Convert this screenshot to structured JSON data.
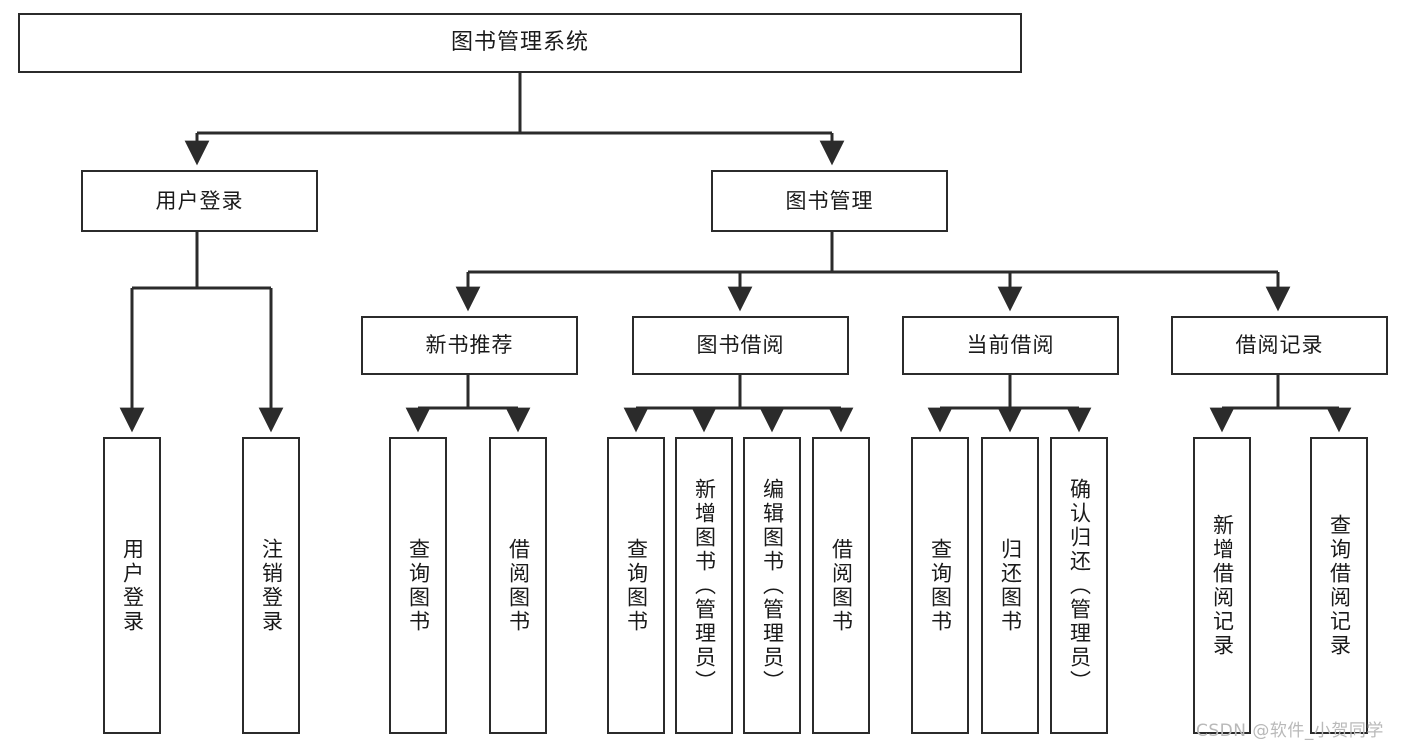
{
  "diagram": {
    "title": "图书管理系统",
    "type": "tree-hierarchy",
    "root": {
      "label": "图书管理系统",
      "children": [
        {
          "label": "用户登录",
          "children": [
            {
              "label": "用户登录"
            },
            {
              "label": "注销登录"
            }
          ]
        },
        {
          "label": "图书管理",
          "children": [
            {
              "label": "新书推荐",
              "children": [
                {
                  "label": "查询图书"
                },
                {
                  "label": "借阅图书"
                }
              ]
            },
            {
              "label": "图书借阅",
              "children": [
                {
                  "label": "查询图书"
                },
                {
                  "label": "新增图书（管理员）"
                },
                {
                  "label": "编辑图书（管理员）"
                },
                {
                  "label": "借阅图书"
                }
              ]
            },
            {
              "label": "当前借阅",
              "children": [
                {
                  "label": "查询图书"
                },
                {
                  "label": "归还图书"
                },
                {
                  "label": "确认归还（管理员）"
                }
              ]
            },
            {
              "label": "借阅记录",
              "children": [
                {
                  "label": "新增借阅记录"
                },
                {
                  "label": "查询借阅记录"
                }
              ]
            }
          ]
        }
      ]
    }
  },
  "nodes": {
    "root": "图书管理系统",
    "l1_user_login": "用户登录",
    "l1_book_manage": "图书管理",
    "l2_user_login": "用户登录",
    "l2_user_logout": "注销登录",
    "l2_new_book_rec": "新书推荐",
    "l2_book_borrow": "图书借阅",
    "l2_current_borrow": "当前借阅",
    "l2_borrow_record": "借阅记录",
    "leaf_user_login": "用户登录",
    "leaf_user_logout": "注销登录",
    "leaf_rec_query": "查询图书",
    "leaf_rec_borrow": "借阅图书",
    "leaf_borrow_query": "查询图书",
    "leaf_borrow_add": "新增图书（管理员）",
    "leaf_borrow_edit": "编辑图书（管理员）",
    "leaf_borrow_lend": "借阅图书",
    "leaf_cur_query": "查询图书",
    "leaf_cur_return": "归还图书",
    "leaf_cur_confirm": "确认归还（管理员）",
    "leaf_rec_add": "新增借阅记录",
    "leaf_rec_query2": "查询借阅记录"
  },
  "watermark": {
    "text": "CSDN @软件_小贺同学"
  },
  "colors": {
    "border": "#2b2b2b",
    "background": "#ffffff",
    "text": "#1a1a1a",
    "watermark": "#b9b9b9"
  }
}
